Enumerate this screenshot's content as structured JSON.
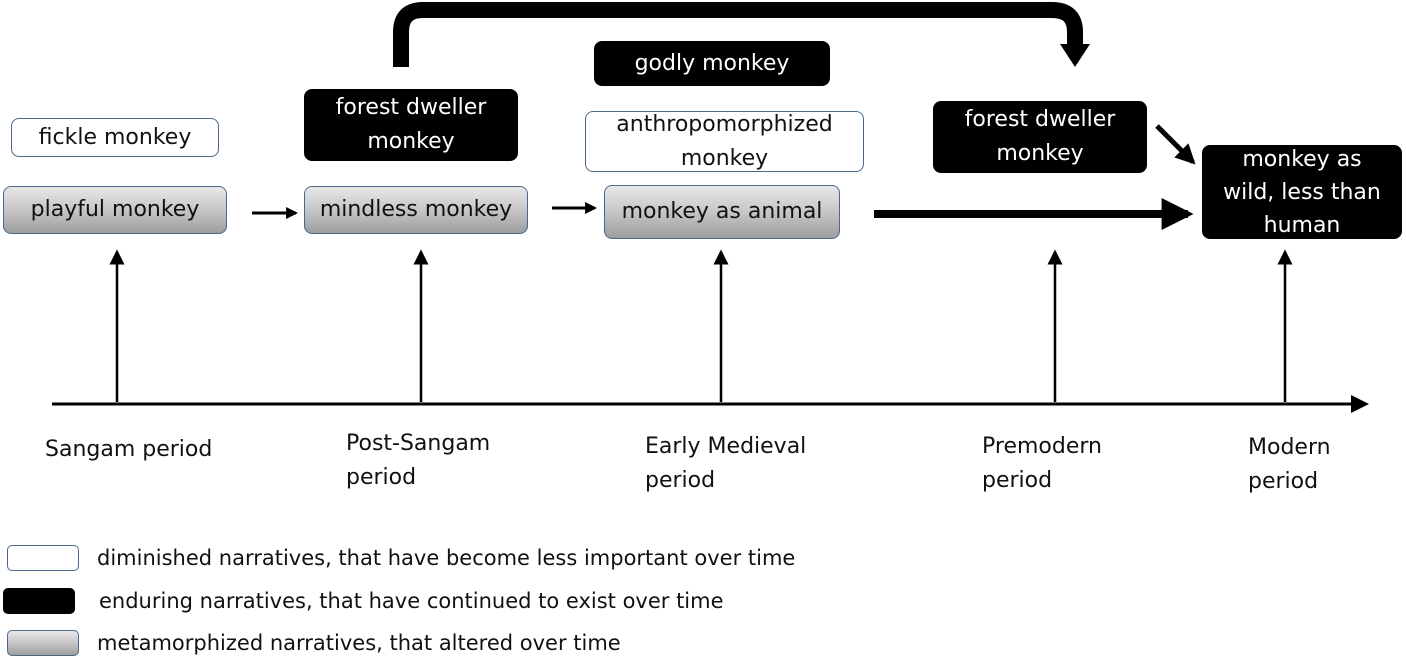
{
  "narratives": {
    "fickle": "fickle monkey",
    "playful": "playful monkey",
    "forest_dweller_1": "forest dweller monkey",
    "mindless": "mindless monkey",
    "godly": "godly monkey",
    "anthropomorphized": "anthropomorphized monkey",
    "animal": "monkey as animal",
    "forest_dweller_2": "forest dweller monkey",
    "wild": "monkey as wild, less than human"
  },
  "periods": {
    "sangam": "Sangam period",
    "post_sangam": "Post-Sangam period",
    "early_medieval": "Early Medieval period",
    "premodern": "Premodern period",
    "modern": "Modern period"
  },
  "legend": {
    "diminished": "diminished narratives, that have become less important over time",
    "enduring": "enduring narratives, that have continued to exist over time",
    "metamorphized": "metamorphized narratives, that altered over time"
  },
  "colors": {
    "enduring": "#000000",
    "diminished": "#ffffff",
    "metamorphized_top": "#e8e8e8",
    "metamorphized_bottom": "#9d9d9d",
    "box_border": "#4a6a8a"
  }
}
